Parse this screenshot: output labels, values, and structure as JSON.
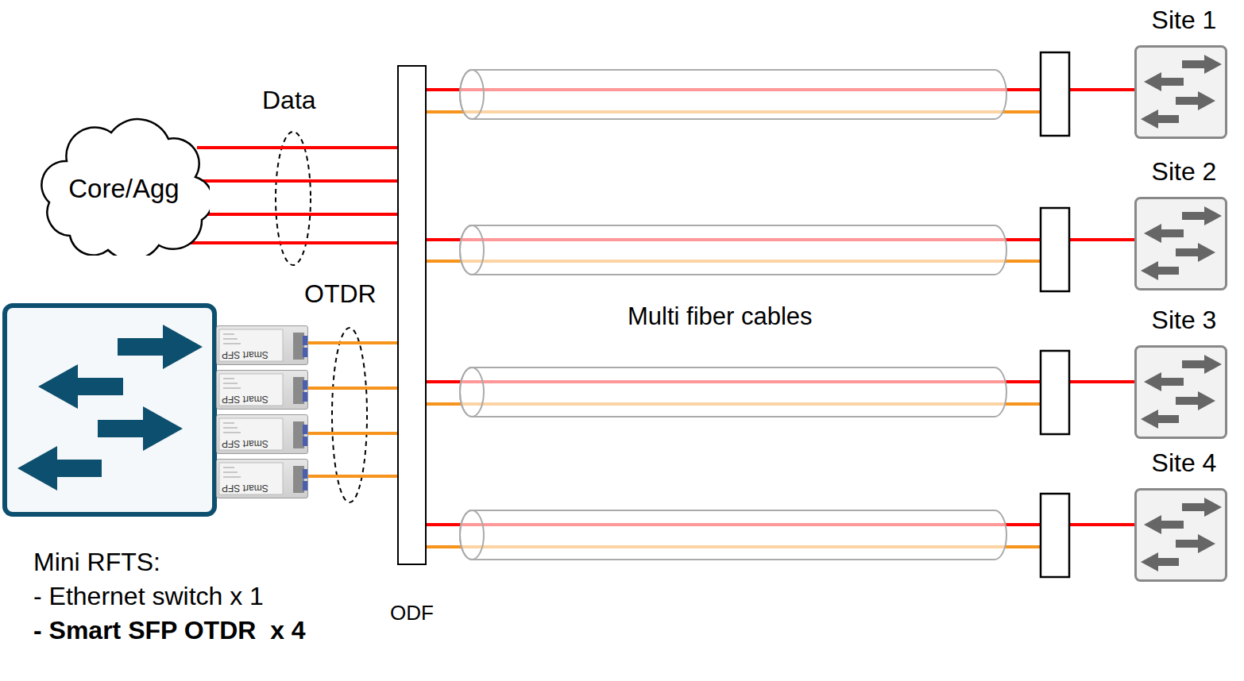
{
  "diagram": {
    "nodes": [
      {
        "text": [
          "Core/Agg"
        ]
      },
      {
        "text": [
          "Smart SFP"
        ]
      },
      {
        "text": [
          "Smart SFP"
        ]
      },
      {
        "text": [
          "Smart SFP"
        ]
      },
      {
        "text": [
          "Smart SFP"
        ]
      },
      {
        "text": [
          "ODF"
        ]
      },
      {
        "text": [
          "Site 1"
        ]
      },
      {
        "text": [
          "Site 2"
        ]
      },
      {
        "text": [
          "Site 3"
        ]
      },
      {
        "text": [
          "Site 4"
        ]
      }
    ],
    "edges": [
      {
        "from": 0,
        "to": 5,
        "arrow": "none"
      },
      {
        "from": 0,
        "to": 5,
        "arrow": "none"
      },
      {
        "from": 0,
        "to": 5,
        "arrow": "none"
      },
      {
        "from": 0,
        "to": 5,
        "arrow": "none"
      },
      {
        "from": 1,
        "to": 5,
        "arrow": "none"
      },
      {
        "from": 2,
        "to": 5,
        "arrow": "none"
      },
      {
        "from": 3,
        "to": 5,
        "arrow": "none"
      },
      {
        "from": 4,
        "to": 5,
        "arrow": "none"
      },
      {
        "from": 5,
        "to": 6,
        "arrow": "none"
      },
      {
        "from": 5,
        "to": 7,
        "arrow": "none"
      },
      {
        "from": 5,
        "to": 8,
        "arrow": "none"
      },
      {
        "from": 5,
        "to": 9,
        "arrow": "none"
      }
    ],
    "labels": [
      "Data",
      "OTDR",
      "Multi fiber cables",
      "Mini RFTS:",
      "- Ethernet switch x 1",
      "- Smart SFP OTDR  x 4"
    ]
  }
}
